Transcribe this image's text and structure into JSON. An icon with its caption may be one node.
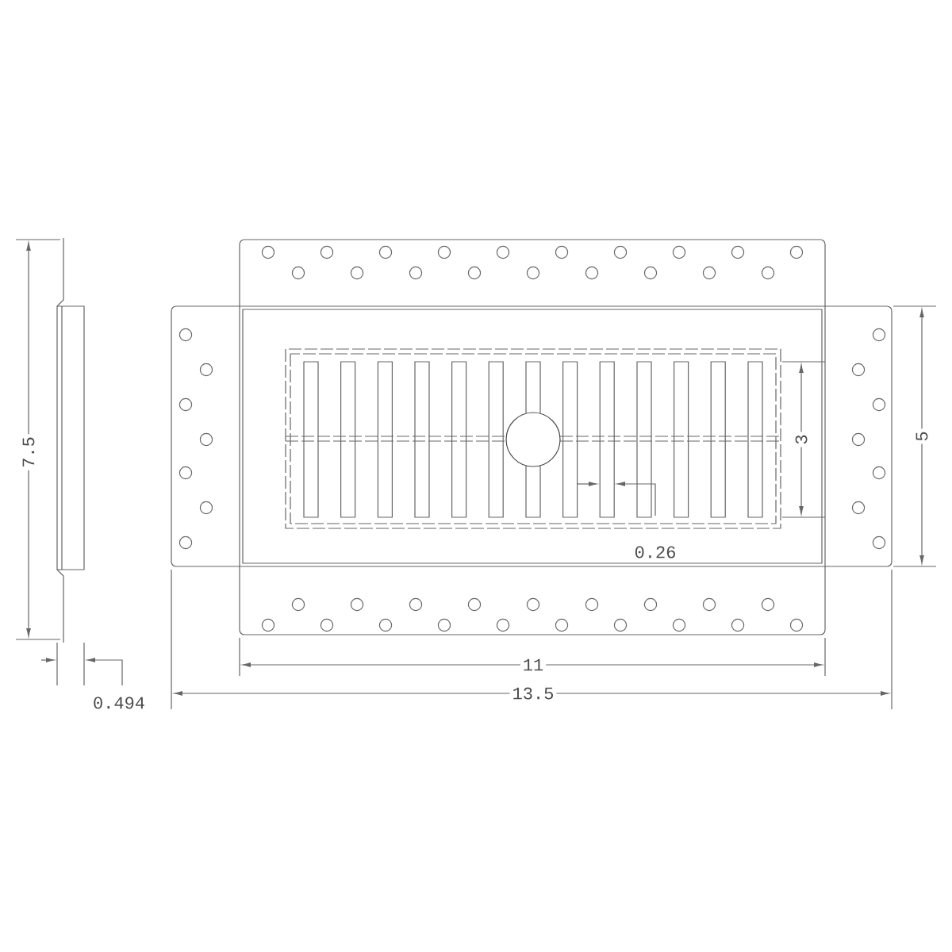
{
  "diagram": {
    "labels": [
      "7.5",
      "3",
      "5",
      "0.26",
      "11",
      "0.494",
      "13.5"
    ]
  }
}
